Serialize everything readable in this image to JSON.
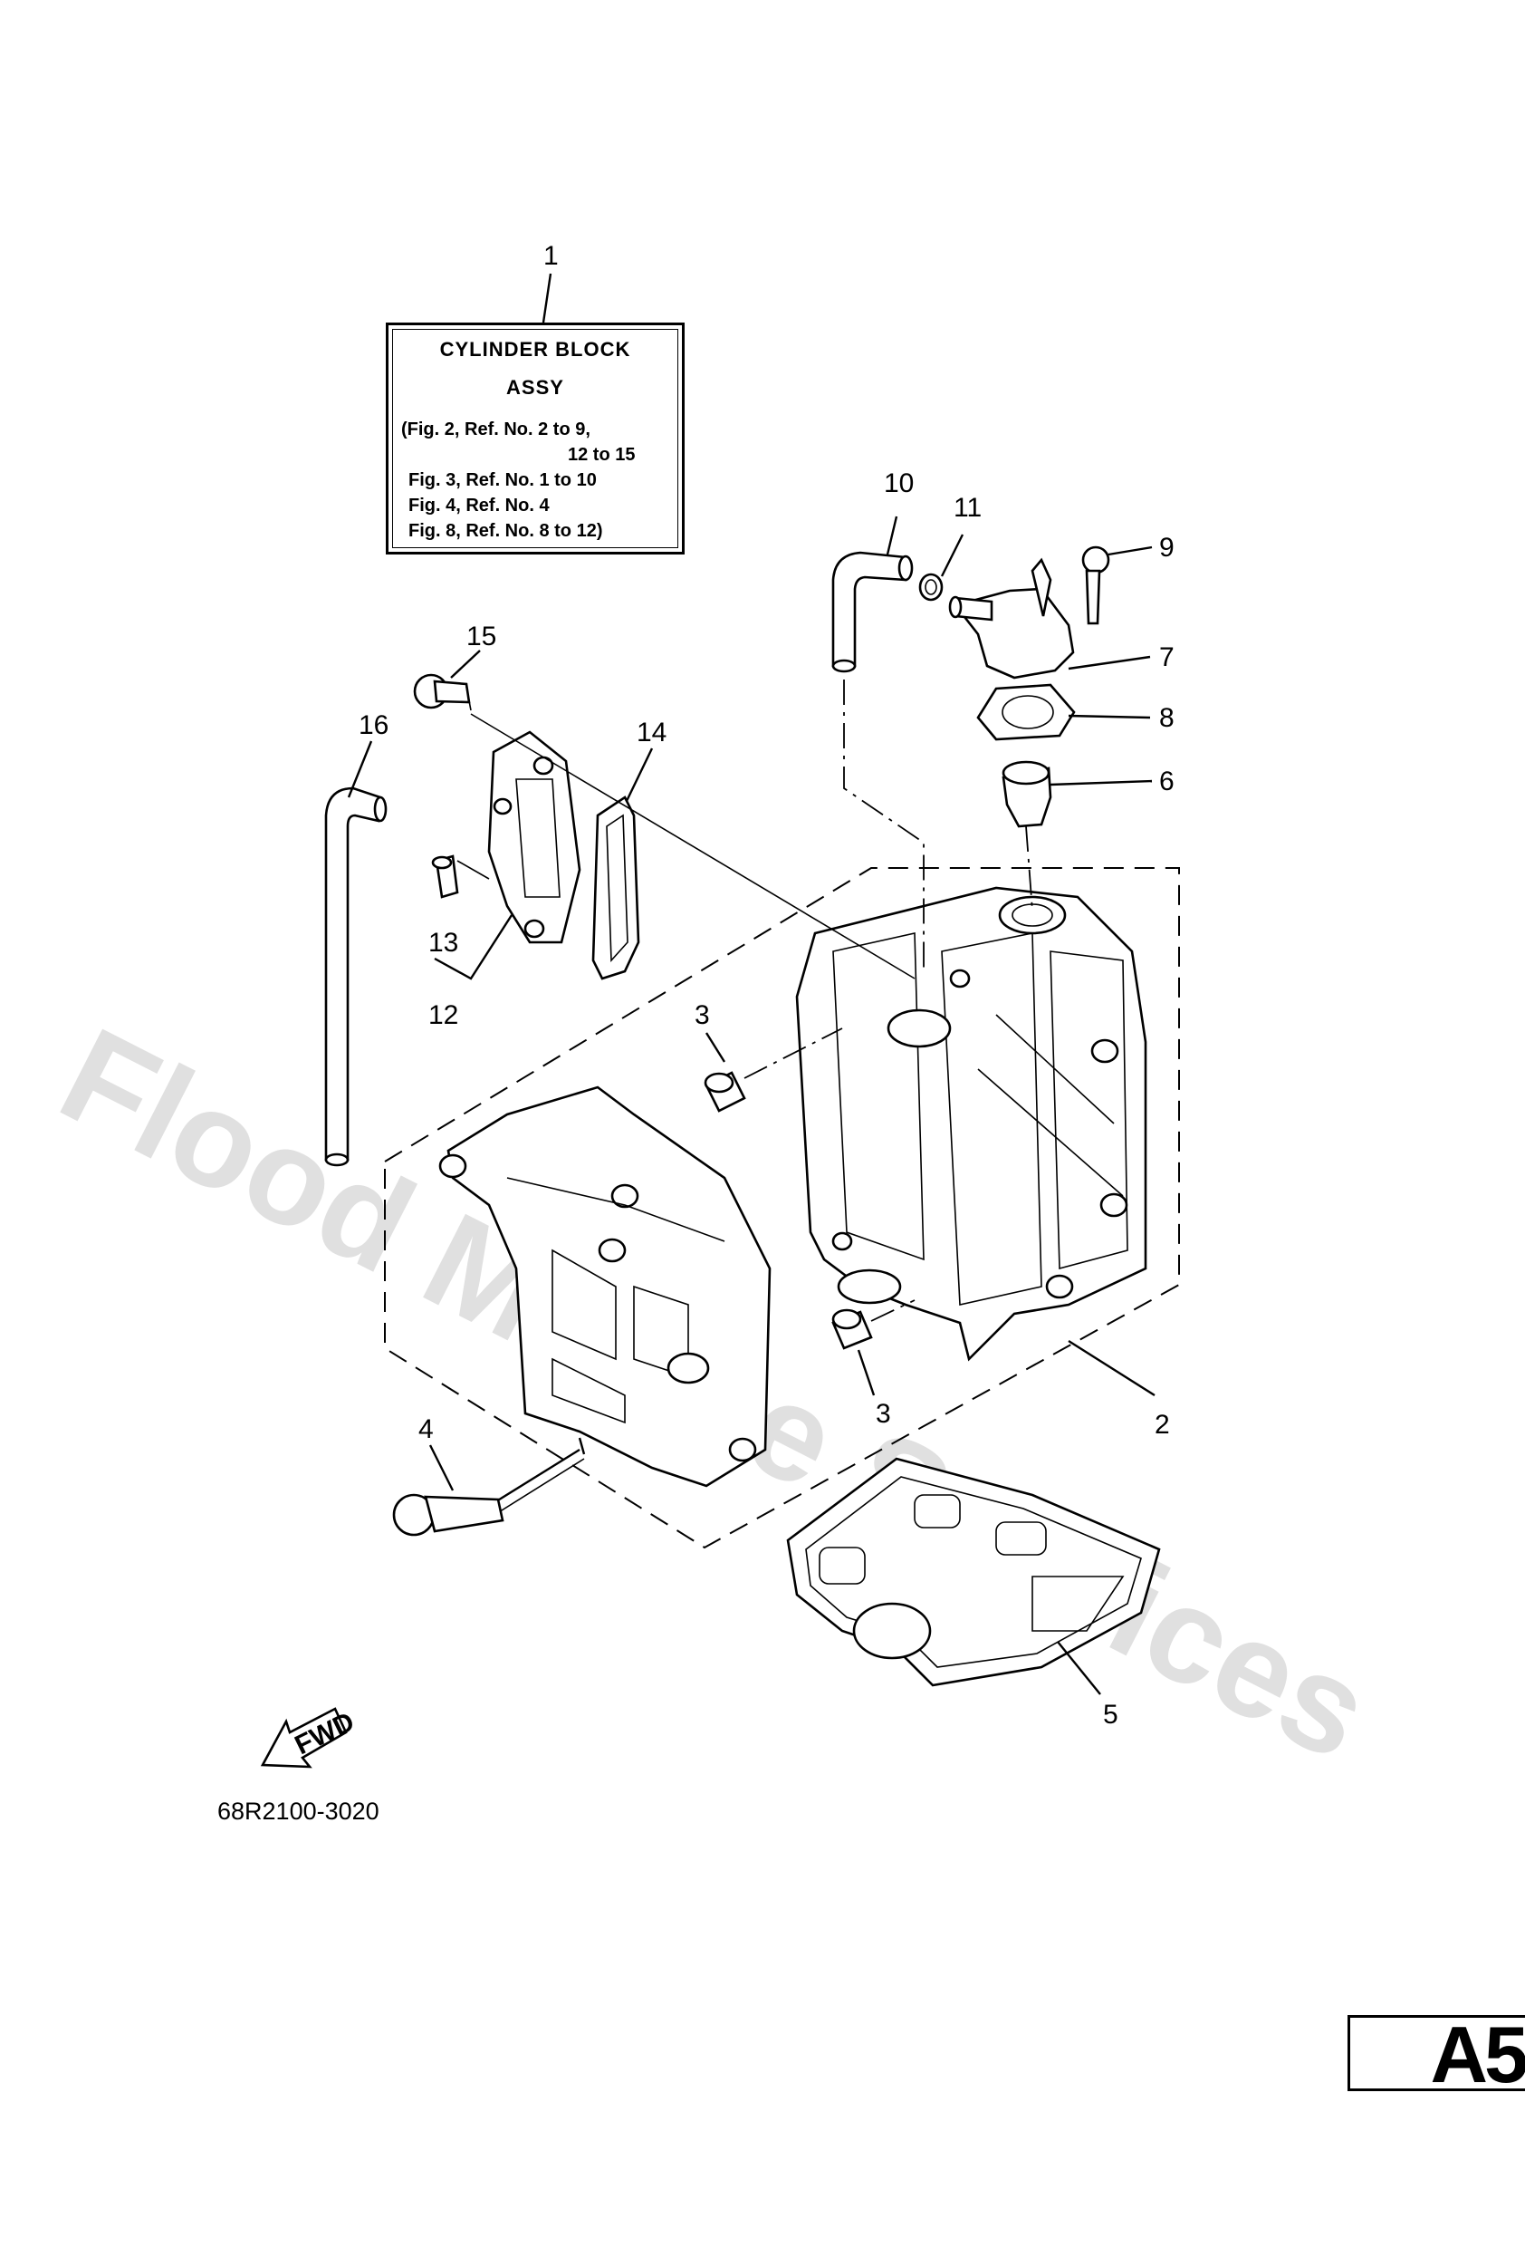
{
  "label_box": {
    "line1": "CYLINDER BLOCK",
    "line2": "ASSY",
    "line3": "(Fig. 2, Ref. No. 2 to 9,",
    "line4": "12 to 15",
    "line5": "Fig. 3, Ref. No. 1 to 10",
    "line6": "Fig. 4, Ref. No. 4",
    "line7": "Fig. 8, Ref. No. 8 to 12)"
  },
  "refs": {
    "r1": "1",
    "r2": "2",
    "r3a": "3",
    "r3b": "3",
    "r4": "4",
    "r5": "5",
    "r6": "6",
    "r7": "7",
    "r8": "8",
    "r9": "9",
    "r10": "10",
    "r11": "11",
    "r12": "12",
    "r13": "13",
    "r14": "14",
    "r15": "15",
    "r16": "16"
  },
  "fwd_label": "FWD",
  "catalog_code": "68R2100-3020",
  "page_tag": "A5",
  "watermark": "Flood Marine Services"
}
